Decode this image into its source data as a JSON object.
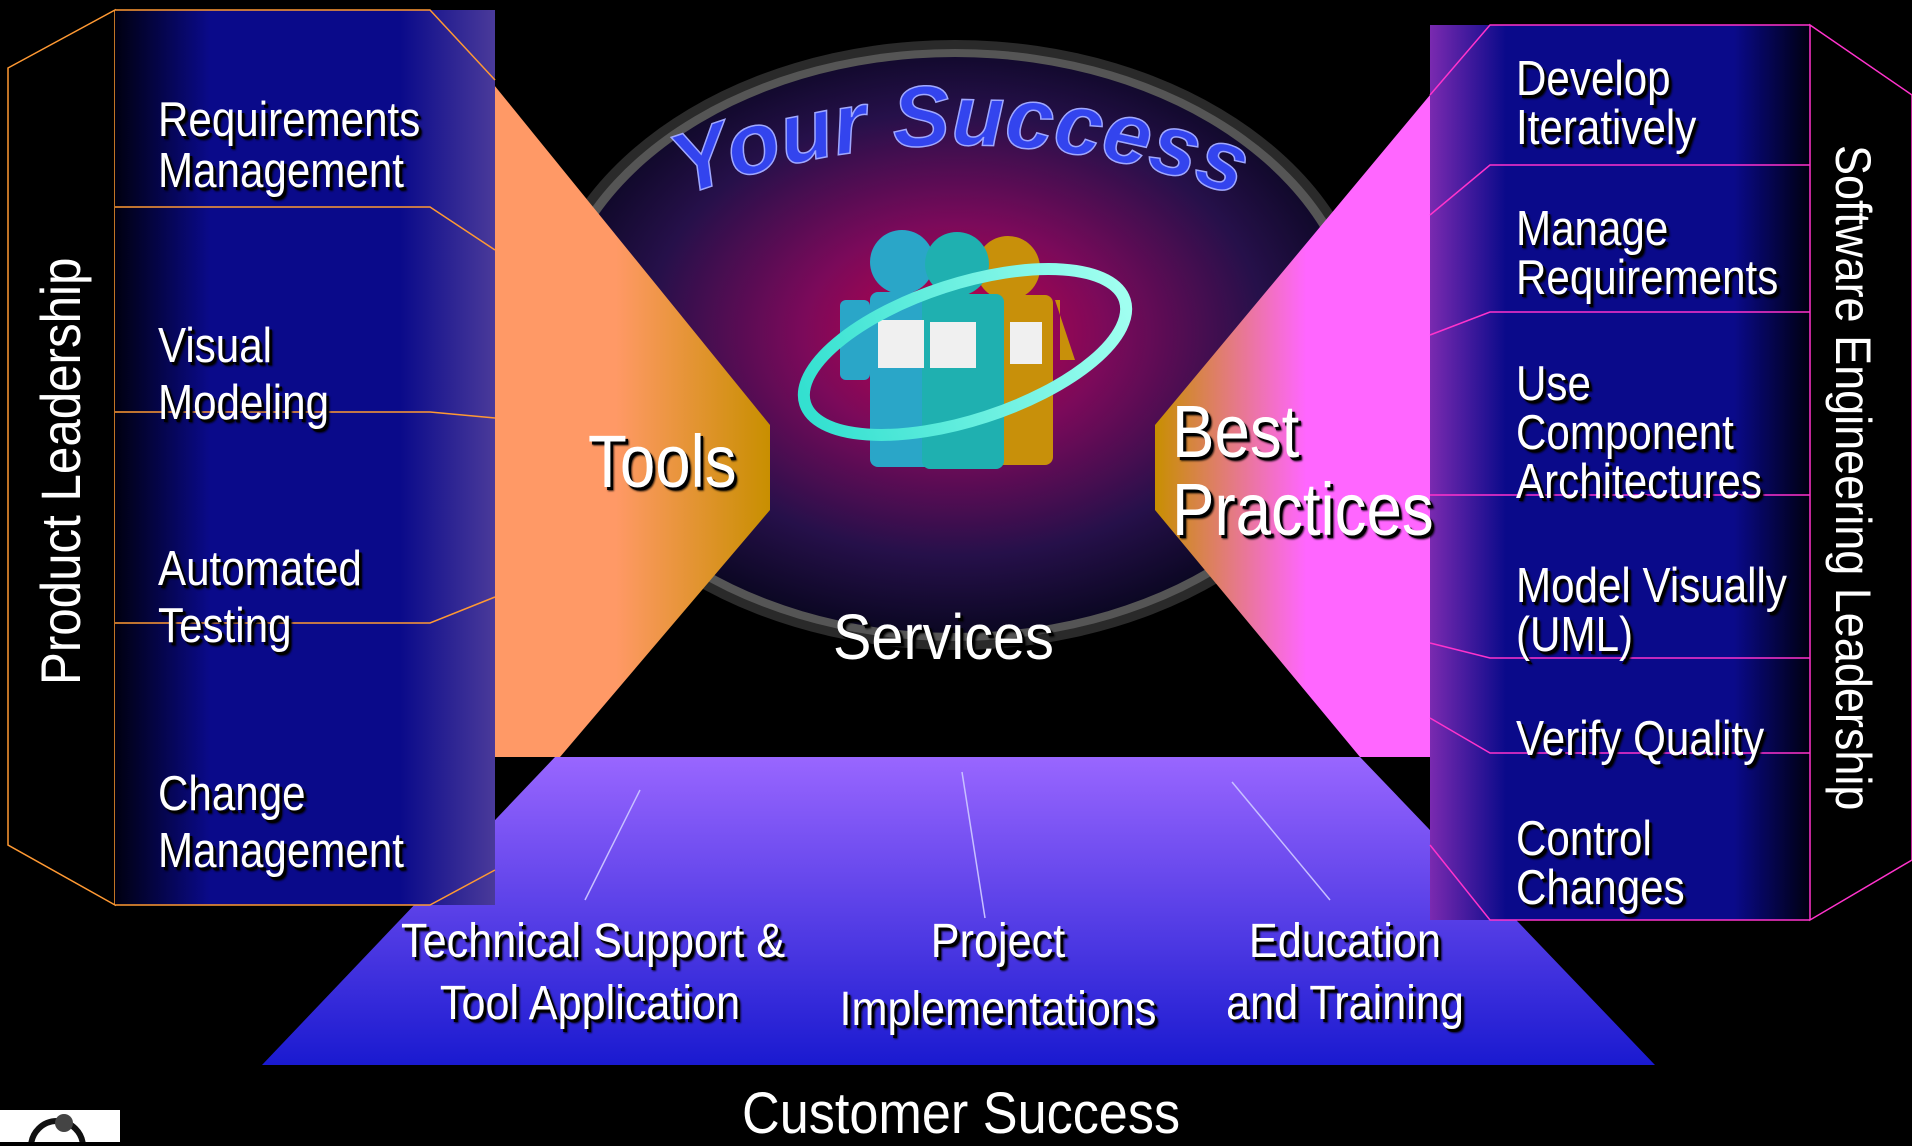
{
  "center": {
    "title": "Your Success",
    "services_label": "Services",
    "tools_label": "Tools",
    "best_practices_label": [
      "Best",
      "Practices"
    ]
  },
  "left_panel": {
    "vertical_title": "Product Leadership",
    "items": [
      [
        "Requirements",
        "Management"
      ],
      [
        "Visual",
        "Modeling"
      ],
      [
        "Automated",
        "Testing"
      ],
      [
        "Change",
        "Management"
      ]
    ]
  },
  "right_panel": {
    "vertical_title": "Software Engineering  Leadership",
    "items": [
      [
        "Develop",
        "Iteratively"
      ],
      [
        "Manage",
        "Requirements"
      ],
      [
        "Use",
        "Component",
        "Architectures"
      ],
      [
        "Model Visually",
        "(UML)"
      ],
      [
        "Verify Quality"
      ],
      [
        "Control",
        "Changes"
      ]
    ]
  },
  "bottom_panel": {
    "items": [
      [
        "Technical Support &",
        "Tool Application"
      ],
      [
        "Project",
        "Implementations"
      ],
      [
        "Education",
        "and Training"
      ]
    ],
    "footer": "Customer Success"
  },
  "colors": {
    "background": "#000000",
    "panel_navy": "#0a0a8c",
    "tools_orange": "#ff9966",
    "tools_gold": "#c88f00",
    "best_pink": "#ff66ff",
    "base_violet": "#9966ff",
    "base_blue": "#1a1ad0",
    "title_blue": "#3344ee",
    "orange_line": "#ff9933",
    "magenta_line": "#ff33cc"
  }
}
